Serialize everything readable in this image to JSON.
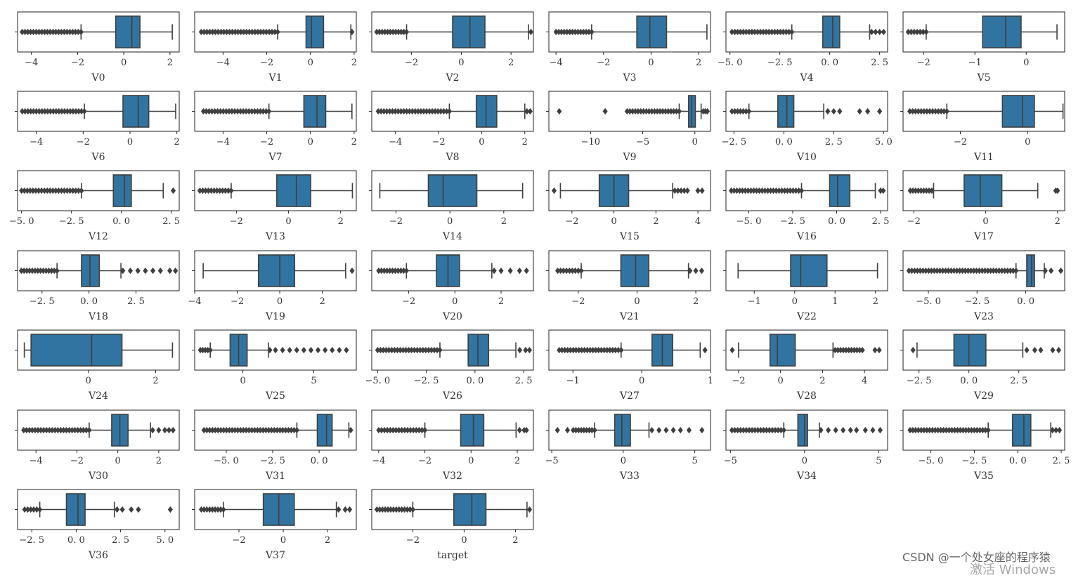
{
  "colors": {
    "box": "#3274a1",
    "line": "#3f3f3f",
    "text": "#333333"
  },
  "watermark": {
    "text": "CSDN @一个处女座的程序猿",
    "os_text": "激活 Windows"
  },
  "chart_data": [
    {
      "type": "box",
      "xlabel": "V0",
      "xlim": [
        -4.6,
        2.4
      ],
      "ticks": [
        -4,
        -2,
        0,
        2
      ],
      "tick_labels": [
        "−4",
        "−2",
        "0",
        "2"
      ],
      "q1": -0.35,
      "median": 0.35,
      "q3": 0.7,
      "whisker_low": -1.85,
      "whisker_high": 2.1,
      "outliers_range": [
        -4.4,
        -1.85
      ]
    },
    {
      "type": "box",
      "xlabel": "V1",
      "xlim": [
        -5.3,
        2.1
      ],
      "ticks": [
        -4,
        -2,
        0,
        2
      ],
      "tick_labels": [
        "−4",
        "−2",
        "0",
        "2"
      ],
      "q1": -0.2,
      "median": 0.05,
      "q3": 0.6,
      "whisker_low": -1.5,
      "whisker_high": 1.85,
      "outliers_range": [
        -5.0,
        -1.5
      ],
      "outliers_high": [
        1.9
      ]
    },
    {
      "type": "box",
      "xlabel": "V2",
      "xlim": [
        -3.6,
        2.9
      ],
      "ticks": [
        -2,
        0,
        2
      ],
      "tick_labels": [
        "−2",
        "0",
        "2"
      ],
      "q1": -0.35,
      "median": 0.35,
      "q3": 0.95,
      "whisker_low": -2.2,
      "whisker_high": 2.7,
      "outliers_range": [
        -3.4,
        -2.2
      ],
      "outliers_high": [
        2.8
      ]
    },
    {
      "type": "box",
      "xlabel": "V3",
      "xlim": [
        -4.3,
        2.5
      ],
      "ticks": [
        -4,
        -2,
        0,
        2
      ],
      "tick_labels": [
        "−4",
        "−2",
        "0",
        "2"
      ],
      "q1": -0.6,
      "median": -0.05,
      "q3": 0.65,
      "whisker_low": -2.5,
      "whisker_high": 2.35,
      "outliers_range": [
        -4.0,
        -2.5
      ]
    },
    {
      "type": "box",
      "xlabel": "V4",
      "xlim": [
        -5.2,
        2.9
      ],
      "ticks": [
        -5,
        -2.5,
        0,
        2.5
      ],
      "tick_labels": [
        "−5. 0",
        "−2. 5",
        "0. 0",
        "2. 5"
      ],
      "q1": -0.35,
      "median": 0.15,
      "q3": 0.5,
      "whisker_low": -1.9,
      "whisker_high": 2.0,
      "outliers_range": [
        -4.9,
        -1.9
      ],
      "outliers_high": [
        2.1,
        2.3,
        2.5,
        2.7
      ]
    },
    {
      "type": "box",
      "xlabel": "V5",
      "xlim": [
        -2.4,
        0.75
      ],
      "ticks": [
        -2,
        -1,
        0
      ],
      "tick_labels": [
        "−2",
        "−1",
        "0"
      ],
      "q1": -0.85,
      "median": -0.4,
      "q3": -0.1,
      "whisker_low": -1.95,
      "whisker_high": 0.6,
      "outliers_range": [
        -2.3,
        -1.95
      ]
    },
    {
      "type": "box",
      "xlabel": "V6",
      "xlim": [
        -4.8,
        2.1
      ],
      "ticks": [
        -4,
        -2,
        0,
        2
      ],
      "tick_labels": [
        "−4",
        "−2",
        "0",
        "2"
      ],
      "q1": -0.3,
      "median": 0.35,
      "q3": 0.8,
      "whisker_low": -1.95,
      "whisker_high": 1.95,
      "outliers_range": [
        -4.6,
        -1.95
      ]
    },
    {
      "type": "box",
      "xlabel": "V7",
      "xlim": [
        -5.3,
        2.1
      ],
      "ticks": [
        -4,
        -2,
        0,
        2
      ],
      "tick_labels": [
        "−4",
        "−2",
        "0",
        "2"
      ],
      "q1": -0.3,
      "median": 0.3,
      "q3": 0.7,
      "whisker_low": -1.9,
      "whisker_high": 1.9,
      "outliers_range": [
        -4.9,
        -1.9
      ]
    },
    {
      "type": "box",
      "xlabel": "V8",
      "xlim": [
        -5.1,
        2.4
      ],
      "ticks": [
        -4,
        -2,
        0,
        2
      ],
      "tick_labels": [
        "−4",
        "−2",
        "0",
        "2"
      ],
      "q1": -0.25,
      "median": 0.2,
      "q3": 0.7,
      "whisker_low": -1.5,
      "whisker_high": 2.0,
      "outliers_range": [
        -4.8,
        -1.5
      ],
      "outliers_high": [
        2.1,
        2.25
      ]
    },
    {
      "type": "box",
      "xlabel": "V9",
      "xlim": [
        -14.0,
        1.5
      ],
      "ticks": [
        -10,
        -5,
        0
      ],
      "tick_labels": [
        "−10",
        "−5",
        "0"
      ],
      "q1": -0.6,
      "median": -0.3,
      "q3": 0.05,
      "whisker_low": -1.5,
      "whisker_high": 0.6,
      "outliers_range": [
        -6.5,
        -1.5
      ],
      "outliers_low": [
        -13.0,
        -8.6
      ],
      "outliers_high": [
        0.8,
        1.0,
        1.2
      ]
    },
    {
      "type": "box",
      "xlabel": "V10",
      "xlim": [
        -2.9,
        5.2
      ],
      "ticks": [
        -2.5,
        0,
        2.5,
        5
      ],
      "tick_labels": [
        "−2. 5",
        "0. 0",
        "2. 5",
        "5. 0"
      ],
      "q1": -0.3,
      "median": 0.15,
      "q3": 0.5,
      "whisker_low": -1.75,
      "whisker_high": 2.0,
      "outliers_range": [
        -2.6,
        -1.75
      ],
      "outliers_high": [
        2.2,
        2.5,
        2.8,
        3.8,
        4.2,
        4.8
      ]
    },
    {
      "type": "box",
      "xlabel": "V11",
      "xlim": [
        -3.7,
        1.1
      ],
      "ticks": [
        -2,
        0
      ],
      "tick_labels": [
        "−2",
        "0"
      ],
      "q1": -0.75,
      "median": -0.15,
      "q3": 0.2,
      "whisker_low": -2.4,
      "whisker_high": 1.05,
      "outliers_range": [
        -3.5,
        -2.4
      ]
    },
    {
      "type": "box",
      "xlabel": "V12",
      "xlim": [
        -5.2,
        2.9
      ],
      "ticks": [
        -5,
        -2.5,
        0,
        2.5
      ],
      "tick_labels": [
        "−5. 0",
        "−2. 5",
        "0. 0",
        "2. 5"
      ],
      "q1": -0.4,
      "median": 0.15,
      "q3": 0.5,
      "whisker_low": -2.0,
      "whisker_high": 2.1,
      "outliers_range": [
        -5.0,
        -2.0
      ],
      "outliers_high": [
        2.6
      ]
    },
    {
      "type": "box",
      "xlabel": "V13",
      "xlim": [
        -3.6,
        2.6
      ],
      "ticks": [
        -2,
        0,
        2
      ],
      "tick_labels": [
        "−2",
        "0",
        "2"
      ],
      "q1": -0.45,
      "median": 0.3,
      "q3": 0.85,
      "whisker_low": -2.2,
      "whisker_high": 2.45,
      "outliers_range": [
        -3.4,
        -2.2
      ]
    },
    {
      "type": "box",
      "xlabel": "V14",
      "xlim": [
        -2.9,
        3.1
      ],
      "ticks": [
        -2,
        0,
        2
      ],
      "tick_labels": [
        "−2",
        "0",
        "2"
      ],
      "q1": -0.8,
      "median": -0.25,
      "q3": 1.0,
      "whisker_low": -2.6,
      "whisker_high": 2.7
    },
    {
      "type": "box",
      "xlabel": "V15",
      "xlim": [
        -3.1,
        4.6
      ],
      "ticks": [
        -2,
        0,
        2,
        4
      ],
      "tick_labels": [
        "−2",
        "0",
        "2",
        "4"
      ],
      "q1": -0.7,
      "median": 0.0,
      "q3": 0.7,
      "whisker_low": -2.55,
      "whisker_high": 2.8,
      "outliers_low": [
        -2.85
      ],
      "outliers_range": [
        2.9,
        3.5
      ],
      "outliers_high": [
        4.0,
        4.2
      ]
    },
    {
      "type": "box",
      "xlabel": "V16",
      "xlim": [
        -6.3,
        2.9
      ],
      "ticks": [
        -5,
        -2.5,
        0,
        2.5
      ],
      "tick_labels": [
        "−5. 0",
        "−2. 5",
        "0. 0",
        "2. 5"
      ],
      "q1": -0.4,
      "median": 0.05,
      "q3": 0.75,
      "whisker_low": -2.0,
      "whisker_high": 2.2,
      "outliers_range": [
        -6.0,
        -2.0
      ],
      "outliers_high": [
        2.5,
        2.65
      ]
    },
    {
      "type": "box",
      "xlabel": "V17",
      "xlim": [
        -2.3,
        2.2
      ],
      "ticks": [
        -2,
        0,
        2
      ],
      "tick_labels": [
        "−2",
        "0",
        "2"
      ],
      "q1": -0.6,
      "median": -0.15,
      "q3": 0.45,
      "whisker_low": -1.45,
      "whisker_high": 1.45,
      "outliers_range": [
        -2.1,
        -1.5
      ],
      "outliers_high": [
        1.95,
        2.0
      ]
    },
    {
      "type": "box",
      "xlabel": "V18",
      "xlim": [
        -3.8,
        4.8
      ],
      "ticks": [
        -2.5,
        0,
        2.5
      ],
      "tick_labels": [
        "−2. 5",
        "0. 0",
        "2. 5"
      ],
      "q1": -0.4,
      "median": 0.05,
      "q3": 0.55,
      "whisker_low": -1.7,
      "whisker_high": 1.7,
      "outliers_range": [
        -3.6,
        -1.7
      ],
      "outliers_high": [
        1.8,
        2.2,
        2.6,
        3.0,
        3.4,
        3.8,
        4.3,
        4.6
      ]
    },
    {
      "type": "box",
      "xlabel": "V19",
      "xlim": [
        -4.0,
        3.6
      ],
      "ticks": [
        -4,
        -2,
        0,
        2
      ],
      "tick_labels": [
        "−4",
        "−2",
        "0",
        "2"
      ],
      "q1": -1.0,
      "median": 0.0,
      "q3": 0.7,
      "whisker_low": -3.6,
      "whisker_high": 3.1,
      "outliers_high": [
        3.4
      ]
    },
    {
      "type": "box",
      "xlabel": "V20",
      "xlim": [
        -3.6,
        3.4
      ],
      "ticks": [
        -2,
        0,
        2
      ],
      "tick_labels": [
        "−2",
        "0",
        "2"
      ],
      "q1": -0.8,
      "median": -0.3,
      "q3": 0.2,
      "whisker_low": -2.1,
      "whisker_high": 1.6,
      "outliers_range": [
        -3.3,
        -2.1
      ],
      "outliers_high": [
        1.7,
        2.0,
        2.4,
        2.8,
        3.1
      ]
    },
    {
      "type": "box",
      "xlabel": "V21",
      "xlim": [
        -3.0,
        2.5
      ],
      "ticks": [
        -2,
        0,
        2
      ],
      "tick_labels": [
        "−2",
        "0",
        "2"
      ],
      "q1": -0.55,
      "median": -0.05,
      "q3": 0.4,
      "whisker_low": -1.9,
      "whisker_high": 1.75,
      "outliers_range": [
        -2.7,
        -1.9
      ],
      "outliers_high": [
        1.8,
        2.0,
        2.2
      ]
    },
    {
      "type": "box",
      "xlabel": "V22",
      "xlim": [
        -1.7,
        2.3
      ],
      "ticks": [
        -1,
        0,
        1,
        2
      ],
      "tick_labels": [
        "−1",
        "0",
        "1",
        "2"
      ],
      "q1": -0.1,
      "median": 0.15,
      "q3": 0.8,
      "whisker_low": -1.4,
      "whisker_high": 2.05
    },
    {
      "type": "box",
      "xlabel": "V23",
      "xlim": [
        -6.3,
        2.0
      ],
      "ticks": [
        -5,
        -2.5,
        0
      ],
      "tick_labels": [
        "−5. 0",
        "−2. 5",
        "0. 0"
      ],
      "q1": 0.05,
      "median": 0.3,
      "q3": 0.45,
      "whisker_low": -0.5,
      "whisker_high": 0.95,
      "outliers_range": [
        -6.0,
        -0.5
      ],
      "outliers_high": [
        1.0,
        1.3,
        1.8
      ]
    },
    {
      "type": "box",
      "xlabel": "V24",
      "xlim": [
        -2.1,
        2.7
      ],
      "ticks": [
        0,
        2
      ],
      "tick_labels": [
        "0",
        "2"
      ],
      "q1": -1.7,
      "median": 0.1,
      "q3": 1.0,
      "whisker_low": -1.9,
      "whisker_high": 2.5
    },
    {
      "type": "box",
      "xlabel": "V25",
      "xlim": [
        -3.4,
        8.0
      ],
      "ticks": [
        0,
        5
      ],
      "tick_labels": [
        "0",
        "5"
      ],
      "q1": -0.9,
      "median": -0.3,
      "q3": 0.3,
      "whisker_low": -2.3,
      "whisker_high": 1.8,
      "outliers_range": [
        -3.0,
        -2.3
      ],
      "outliers_high": [
        1.9,
        2.3,
        2.8,
        3.3,
        3.8,
        4.3,
        4.8,
        5.3,
        5.8,
        6.3,
        6.8,
        7.3
      ]
    },
    {
      "type": "box",
      "xlabel": "V26",
      "xlim": [
        -5.3,
        3.0
      ],
      "ticks": [
        -5,
        -2.5,
        0,
        2.5
      ],
      "tick_labels": [
        "−5. 0",
        "−2. 5",
        "0. 0",
        "2. 5"
      ],
      "q1": -0.35,
      "median": 0.15,
      "q3": 0.7,
      "whisker_low": -1.8,
      "whisker_high": 2.1,
      "outliers_range": [
        -5.0,
        -1.8
      ],
      "outliers_high": [
        2.3,
        2.6,
        2.8
      ]
    },
    {
      "type": "box",
      "xlabel": "V27",
      "xlim": [
        -1.35,
        1.0
      ],
      "ticks": [
        -1,
        0,
        1
      ],
      "tick_labels": [
        "−1",
        "0",
        "1"
      ],
      "q1": 0.15,
      "median": 0.3,
      "q3": 0.45,
      "whisker_low": -0.3,
      "whisker_high": 0.85,
      "outliers_range": [
        -1.2,
        -0.3
      ],
      "outliers_high": [
        0.92
      ]
    },
    {
      "type": "box",
      "xlabel": "V28",
      "xlim": [
        -2.6,
        5.1
      ],
      "ticks": [
        -2,
        0,
        2,
        4
      ],
      "tick_labels": [
        "−2",
        "0",
        "2",
        "4"
      ],
      "q1": -0.5,
      "median": -0.15,
      "q3": 0.7,
      "whisker_low": -2.0,
      "whisker_high": 2.5,
      "outliers_low": [
        -2.3
      ],
      "outliers_range": [
        2.6,
        3.9
      ],
      "outliers_high": [
        4.5,
        4.7
      ]
    },
    {
      "type": "box",
      "xlabel": "V29",
      "xlim": [
        -3.3,
        4.8
      ],
      "ticks": [
        -2.5,
        0,
        2.5
      ],
      "tick_labels": [
        "−2. 5",
        "0. 0",
        "2. 5"
      ],
      "q1": -0.75,
      "median": 0.0,
      "q3": 0.85,
      "whisker_low": -2.6,
      "whisker_high": 2.7,
      "outliers_low": [
        -2.8
      ],
      "outliers_high": [
        2.9,
        3.3,
        3.6,
        4.2,
        4.5
      ]
    },
    {
      "type": "box",
      "xlabel": "V30",
      "xlim": [
        -4.9,
        3.0
      ],
      "ticks": [
        -4,
        -2,
        0,
        2
      ],
      "tick_labels": [
        "−4",
        "−2",
        "0",
        "2"
      ],
      "q1": -0.3,
      "median": 0.1,
      "q3": 0.5,
      "whisker_low": -1.4,
      "whisker_high": 1.6,
      "outliers_range": [
        -4.6,
        -1.4
      ],
      "outliers_high": [
        1.7,
        2.0,
        2.3,
        2.5,
        2.7
      ]
    },
    {
      "type": "box",
      "xlabel": "V31",
      "xlim": [
        -6.7,
        2.0
      ],
      "ticks": [
        -5,
        -2.5,
        0
      ],
      "tick_labels": [
        "−5. 0",
        "−2. 5",
        "0. 0"
      ],
      "q1": -0.1,
      "median": 0.4,
      "q3": 0.7,
      "whisker_low": -1.2,
      "whisker_high": 1.6,
      "outliers_range": [
        -6.2,
        -1.2
      ],
      "outliers_high": [
        1.7
      ]
    },
    {
      "type": "box",
      "xlabel": "V32",
      "xlim": [
        -4.3,
        2.7
      ],
      "ticks": [
        -4,
        -2,
        0,
        2
      ],
      "tick_labels": [
        "−4",
        "−2",
        "0",
        "2"
      ],
      "q1": -0.45,
      "median": 0.1,
      "q3": 0.55,
      "whisker_low": -2.0,
      "whisker_high": 1.95,
      "outliers_range": [
        -4.0,
        -2.0
      ],
      "outliers_high": [
        2.1,
        2.3,
        2.4
      ]
    },
    {
      "type": "box",
      "xlabel": "V33",
      "xlim": [
        -5.2,
        6.1
      ],
      "ticks": [
        -5,
        0,
        5
      ],
      "tick_labels": [
        "−5",
        "0",
        "5"
      ],
      "q1": -0.6,
      "median": -0.1,
      "q3": 0.5,
      "whisker_low": -2.0,
      "whisker_high": 1.8,
      "outliers_range": [
        -3.5,
        -2.0
      ],
      "outliers_high": [
        2.0,
        2.5,
        3.0,
        3.5,
        4.0,
        4.6,
        5.5
      ],
      "outliers_low": [
        -4.6,
        -3.9
      ]
    },
    {
      "type": "box",
      "xlabel": "V34",
      "xlim": [
        -5.3,
        5.6
      ],
      "ticks": [
        -5,
        0,
        5
      ],
      "tick_labels": [
        "−5",
        "0",
        "5"
      ],
      "q1": -0.45,
      "median": 0.0,
      "q3": 0.2,
      "whisker_low": -1.4,
      "whisker_high": 1.0,
      "outliers_range": [
        -4.9,
        -1.4
      ],
      "outliers_high": [
        1.1,
        1.6,
        2.1,
        2.6,
        3.1,
        3.5,
        4.1,
        4.6,
        5.1
      ]
    },
    {
      "type": "box",
      "xlabel": "V35",
      "xlim": [
        -6.6,
        2.7
      ],
      "ticks": [
        -5,
        -2.5,
        0,
        2.5
      ],
      "tick_labels": [
        "−5. 0",
        "−2. 5",
        "0. 0",
        "2. 5"
      ],
      "q1": -0.3,
      "median": 0.35,
      "q3": 0.75,
      "whisker_low": -1.7,
      "whisker_high": 1.9,
      "outliers_range": [
        -6.2,
        -1.7
      ],
      "outliers_high": [
        2.0,
        2.2,
        2.4
      ]
    },
    {
      "type": "box",
      "xlabel": "V36",
      "xlim": [
        -3.3,
        5.8
      ],
      "ticks": [
        -2.5,
        0,
        2.5,
        5
      ],
      "tick_labels": [
        "−2. 5",
        "0. 0",
        "2. 5",
        "5. 0"
      ],
      "q1": -0.55,
      "median": 0.1,
      "q3": 0.5,
      "whisker_low": -2.05,
      "whisker_high": 2.15,
      "outliers_range": [
        -2.9,
        -2.05
      ],
      "outliers_high": [
        2.3,
        2.6,
        3.1,
        3.5,
        5.3
      ]
    },
    {
      "type": "box",
      "xlabel": "V37",
      "xlim": [
        -4.0,
        3.3
      ],
      "ticks": [
        -2,
        0,
        2
      ],
      "tick_labels": [
        "−2",
        "0",
        "2"
      ],
      "q1": -0.9,
      "median": -0.2,
      "q3": 0.5,
      "whisker_low": -2.7,
      "whisker_high": 2.4,
      "outliers_range": [
        -3.7,
        -2.7
      ],
      "outliers_high": [
        2.5,
        2.8,
        3.0
      ]
    },
    {
      "type": "box",
      "xlabel": "target",
      "xlim": [
        -3.6,
        2.7
      ],
      "ticks": [
        -2,
        0,
        2
      ],
      "tick_labels": [
        "−2",
        "0",
        "2"
      ],
      "q1": -0.4,
      "median": 0.3,
      "q3": 0.85,
      "whisker_low": -2.0,
      "whisker_high": 2.45,
      "outliers_range": [
        -3.4,
        -2.0
      ],
      "outliers_high": [
        2.55
      ]
    }
  ]
}
